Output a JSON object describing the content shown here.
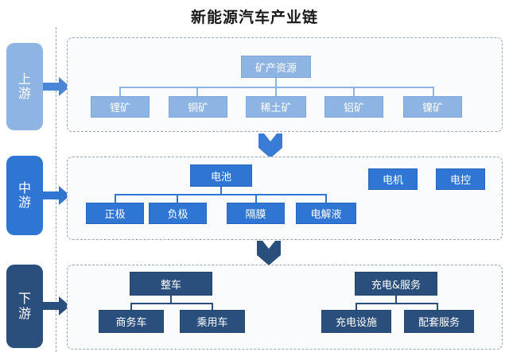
{
  "title": "新能源汽车产业链",
  "tiers": [
    {
      "id": "upstream",
      "label": "上游",
      "color": "#8db4e2"
    },
    {
      "id": "midstream",
      "label": "中游",
      "color": "#2e75d4"
    },
    {
      "id": "downstream",
      "label": "下游",
      "color": "#2a4f7c"
    }
  ],
  "upstream": {
    "root": "矿产资源",
    "children": [
      "锂矿",
      "铜矿",
      "稀土矿",
      "铝矿",
      "镍矿"
    ]
  },
  "midstream": {
    "root": "电池",
    "children": [
      "正极",
      "负极",
      "隔膜",
      "电解液"
    ],
    "standalone": [
      "电机",
      "电控"
    ]
  },
  "downstream": {
    "groups": [
      {
        "root": "整车",
        "children": [
          "商务车",
          "乘用车"
        ]
      },
      {
        "root": "充电&服务",
        "children": [
          "充电设施",
          "配套服务"
        ]
      }
    ]
  },
  "icons": {
    "tier_arrow": "right-arrow-icon",
    "flow_chevron": "down-chevron-icon"
  }
}
